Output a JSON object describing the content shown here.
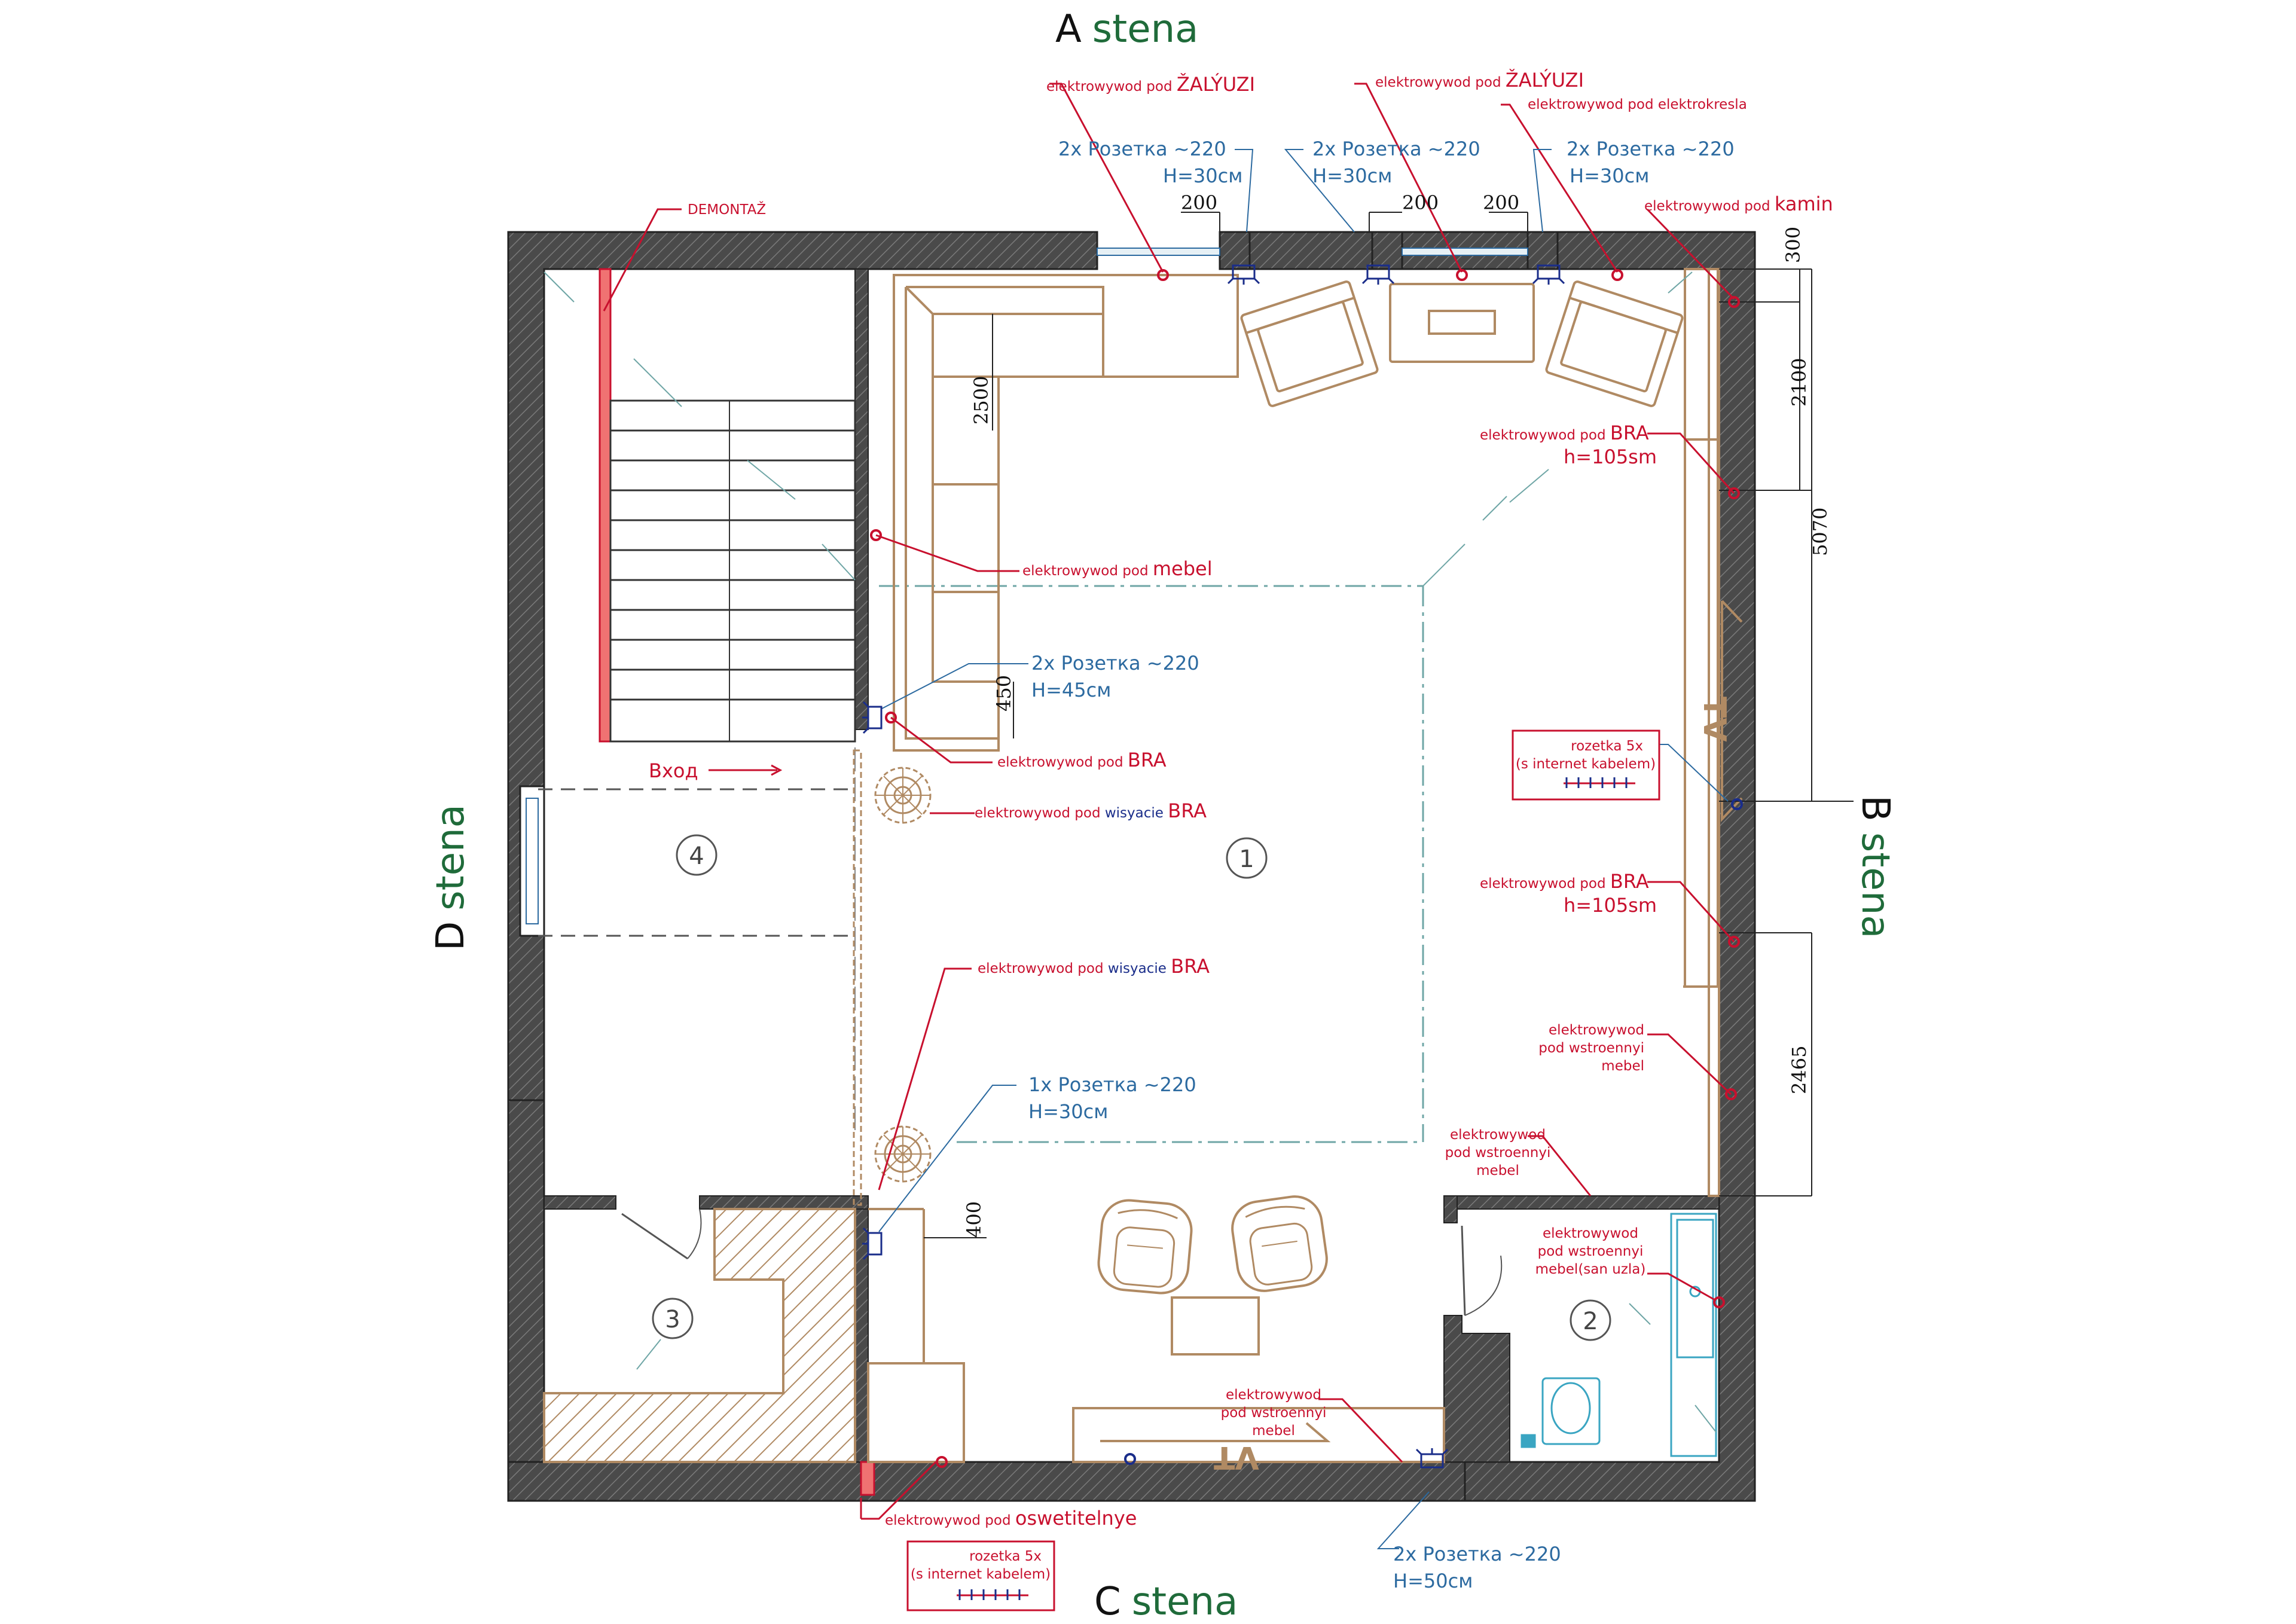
{
  "walls": {
    "a": {
      "letter": "A",
      "word": "stena"
    },
    "b": {
      "letter": "B",
      "word": "stena"
    },
    "c": {
      "letter": "C",
      "word": "stena"
    },
    "d": {
      "letter": "D",
      "word": "stena"
    }
  },
  "colors": {
    "wall": "#4a4a4a",
    "furniture": "#b08a63",
    "red": "#c8102e",
    "blue": "#2c6aa0",
    "green": "#1f6b3a",
    "navy": "#1a2d8a"
  },
  "labels": {
    "zaluzi1": {
      "pre": "elektrowywod pod ",
      "em": "ŽALÝUZI"
    },
    "zaluzi2": {
      "pre": "elektrowywod pod ",
      "em": "ŽALÝUZI"
    },
    "elektrokresla": "elektrowywod pod elektrokresla",
    "kamin": {
      "pre": "elektrowywod pod ",
      "em": "kamin"
    },
    "demontaz": "DEMONTAŽ",
    "mebel": {
      "pre": "elektrowywod pod ",
      "em": "mebel"
    },
    "bra_left": {
      "pre": "elektrowywod pod ",
      "em": "BRA"
    },
    "wis_bra1": {
      "pre": "elektrowywod pod ",
      "mid": "wisyacie ",
      "em": "BRA"
    },
    "wis_bra2": {
      "pre": "elektrowywod pod ",
      "mid": "wisyacie ",
      "em": "BRA"
    },
    "bra_r1": {
      "pre": "elektrowywod pod ",
      "em": "BRA",
      "h": "h=105sm"
    },
    "bra_r2": {
      "pre": "elektrowywod pod ",
      "em": "BRA",
      "h": "h=105sm"
    },
    "rozetka5x_b": {
      "l1": "rozetka 5x",
      "l2": "(s internet kabelem)"
    },
    "rozetka5x_c": {
      "l1": "rozetka 5x",
      "l2": "(s internet kabelem)"
    },
    "wstroen1": {
      "l1": "elektrowywod",
      "l2": "pod wstroennyi",
      "l3": "mebel"
    },
    "wstroen2": {
      "l1": "elektrowywod",
      "l2": "pod wstroennyi",
      "l3": "mebel"
    },
    "wstroen3": {
      "l1": "elektrowywod",
      "l2": "pod wstroennyi",
      "l3": "mebel(san uzla)"
    },
    "wstroen4": {
      "l1": "elektrowywod",
      "l2": "pod wstroennyi",
      "l3": "mebel"
    },
    "oswetitelnye": {
      "pre": "elektrowywod pod ",
      "em": "oswetitelnye"
    },
    "vhod": "Вход"
  },
  "sockets": {
    "s1": {
      "l1": "2x Розетка ~220",
      "l2": "H=30см"
    },
    "s2": {
      "l1": "2x Розетка ~220",
      "l2": "H=30см"
    },
    "s3": {
      "l1": "2x Розетка ~220",
      "l2": "H=30см"
    },
    "s4": {
      "l1": "2x Розетка ~220",
      "l2": "H=45см"
    },
    "s5": {
      "l1": "1x Розетка ~220",
      "l2": "H=30см"
    },
    "s6": {
      "l1": "2x Розетка ~220",
      "l2": "H=50см"
    }
  },
  "dims": {
    "d200a": "200",
    "d200b": "200",
    "d200c": "200",
    "d300": "300",
    "d2100": "2100",
    "d5070": "5070",
    "d2465": "2465",
    "d2500": "2500",
    "d450": "450",
    "d400": "400"
  },
  "rooms": [
    "1",
    "2",
    "3",
    "4"
  ],
  "tv": [
    "TV",
    "TV"
  ]
}
